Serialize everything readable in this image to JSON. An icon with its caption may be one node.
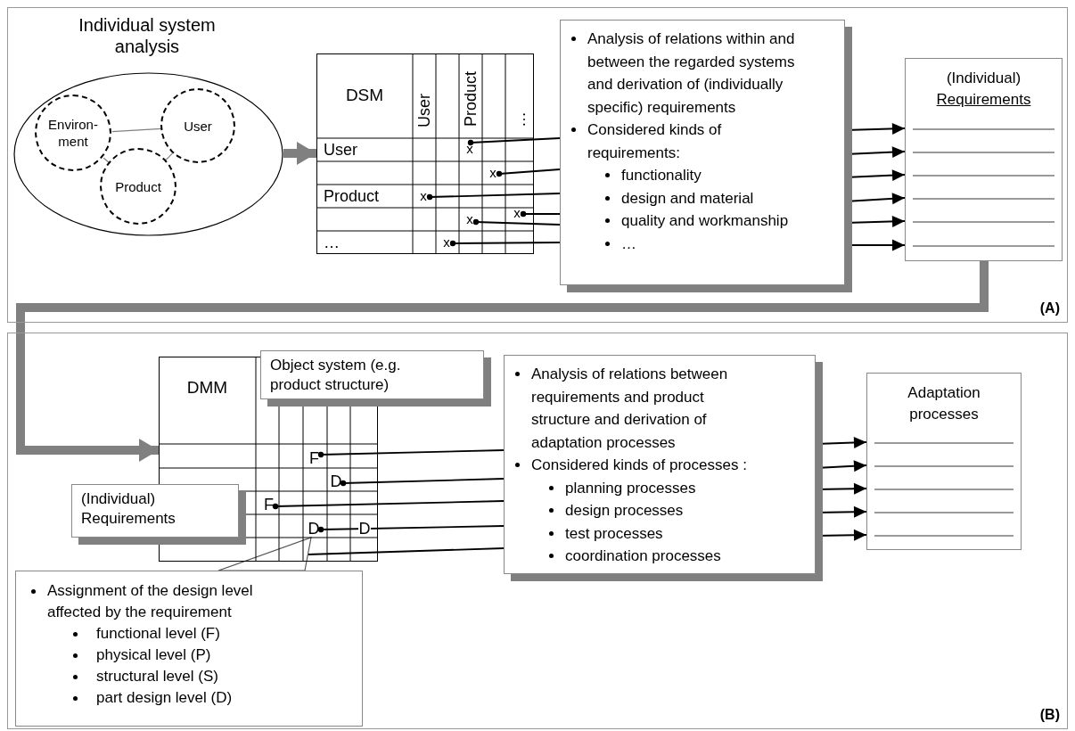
{
  "diagram": {
    "nodes": [
      {
        "text": [
          "(A)"
        ]
      },
      {
        "text": [
          "Individual system analysis"
        ],
        "in": 0
      },
      {
        "text": [
          "Environ-ment"
        ],
        "in": 1
      },
      {
        "text": [
          "User"
        ],
        "in": 1
      },
      {
        "text": [
          "Product"
        ],
        "in": 1
      },
      {
        "text": [
          "DSM",
          "User",
          "Product",
          "…",
          "User",
          "Product",
          "…"
        ],
        "in": 0
      },
      {
        "text": [
          "x"
        ],
        "in": 5
      },
      {
        "text": [
          "x"
        ],
        "in": 5
      },
      {
        "text": [
          "x"
        ],
        "in": 5
      },
      {
        "text": [
          "x"
        ],
        "in": 5
      },
      {
        "text": [
          "x"
        ],
        "in": 5
      },
      {
        "text": [
          "x"
        ],
        "in": 5
      },
      {
        "text": [
          "Analysis of relations within and between the regarded systems and derivation of (individually specific) requirements",
          "Considered kinds of requirements:",
          "functionality",
          "design and material",
          "quality and workmanship",
          "…"
        ],
        "in": 0
      },
      {
        "text": [
          "(Individual)",
          "Requirements"
        ],
        "in": 0
      },
      {
        "text": [
          "(B)"
        ]
      },
      {
        "text": [
          "DMM"
        ],
        "in": 14
      },
      {
        "text": [
          "Object system (e.g. product structure)"
        ],
        "in": 14
      },
      {
        "text": [
          "(Individual) Requirements"
        ],
        "in": 14
      },
      {
        "text": [
          "F"
        ],
        "in": 15
      },
      {
        "text": [
          "D"
        ],
        "in": 15
      },
      {
        "text": [
          "F"
        ],
        "in": 15
      },
      {
        "text": [
          "D"
        ],
        "in": 15
      },
      {
        "text": [
          "D"
        ],
        "in": 15
      },
      {
        "text": [
          "Analysis of relations between requirements and product structure and derivation of adaptation processes",
          "Considered kinds of processes :",
          "planning processes",
          "design processes",
          "test processes",
          "coordination processes"
        ],
        "in": 14
      },
      {
        "text": [
          "Adaptation processes"
        ],
        "in": 14
      },
      {
        "text": [
          "Assignment of the design level affected by the requirement",
          "functional level (F)",
          "physical level (P)",
          "structural level (S)",
          "part design level (D)"
        ],
        "in": 14
      }
    ],
    "edges": [
      {
        "from": 1,
        "to": 5,
        "arrow": "to",
        "style": "thick",
        "color": "#808080"
      },
      {
        "from": 2,
        "to": 3,
        "arrow": "none",
        "color": "#808080"
      },
      {
        "from": 2,
        "to": 4,
        "arrow": "none",
        "color": "#808080"
      },
      {
        "from": 3,
        "to": 4,
        "arrow": "none",
        "color": "#808080"
      },
      {
        "from": 6,
        "to": 12,
        "arrow": "other"
      },
      {
        "from": 7,
        "to": 12,
        "arrow": "other"
      },
      {
        "from": 8,
        "to": 12,
        "arrow": "other"
      },
      {
        "from": 9,
        "to": 12,
        "arrow": "other"
      },
      {
        "from": 10,
        "to": 12,
        "arrow": "other"
      },
      {
        "from": 11,
        "to": 12,
        "arrow": "other"
      },
      {
        "from": 12,
        "to": 13,
        "arrow": "to"
      },
      {
        "from": 12,
        "to": 13,
        "arrow": "to"
      },
      {
        "from": 12,
        "to": 13,
        "arrow": "to"
      },
      {
        "from": 12,
        "to": 13,
        "arrow": "to"
      },
      {
        "from": 12,
        "to": 13,
        "arrow": "to"
      },
      {
        "from": 12,
        "to": 13,
        "arrow": "to"
      },
      {
        "from": 13,
        "to": 15,
        "arrow": "to",
        "style": "thick",
        "color": "#808080"
      },
      {
        "from": 18,
        "to": 23,
        "arrow": "other"
      },
      {
        "from": 19,
        "to": 23,
        "arrow": "other"
      },
      {
        "from": 20,
        "to": 23,
        "arrow": "other"
      },
      {
        "from": 21,
        "to": 23,
        "arrow": "other"
      },
      {
        "from": 15,
        "to": 23,
        "arrow": "none"
      },
      {
        "from": 23,
        "to": 24,
        "arrow": "to"
      },
      {
        "from": 23,
        "to": 24,
        "arrow": "to"
      },
      {
        "from": 23,
        "to": 24,
        "arrow": "to"
      },
      {
        "from": 23,
        "to": 24,
        "arrow": "to"
      },
      {
        "from": 23,
        "to": 24,
        "arrow": "to"
      },
      {
        "from": 25,
        "to": 21,
        "arrow": "none",
        "color": "#808080"
      }
    ]
  }
}
